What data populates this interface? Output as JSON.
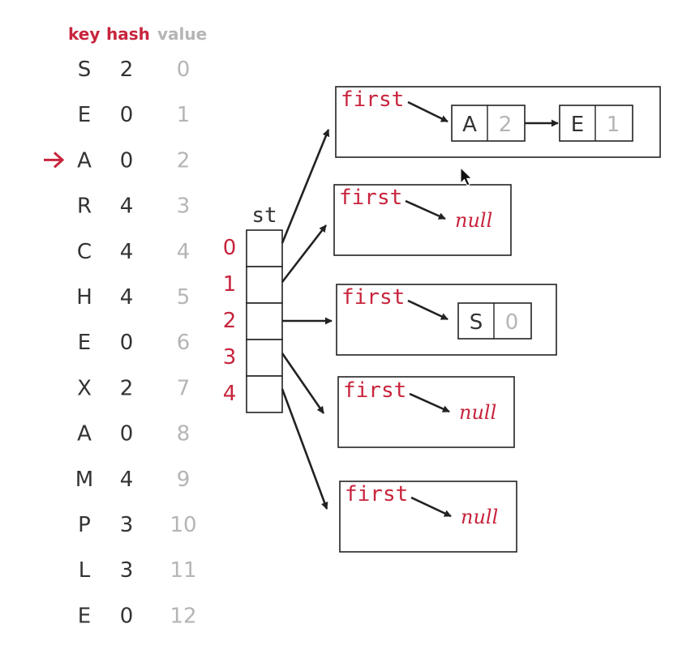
{
  "colors": {
    "accent": "#c8243c",
    "text": "#333333",
    "muted": "#b5b5b5",
    "line": "#222222"
  },
  "table": {
    "headers": {
      "key": "key",
      "hash": "hash",
      "value": "value"
    },
    "current_row": 2,
    "pointer_icon": "red-arrow-icon",
    "rows": [
      {
        "key": "S",
        "hash": "2",
        "value": "0"
      },
      {
        "key": "E",
        "hash": "0",
        "value": "1"
      },
      {
        "key": "A",
        "hash": "0",
        "value": "2"
      },
      {
        "key": "R",
        "hash": "4",
        "value": "3"
      },
      {
        "key": "C",
        "hash": "4",
        "value": "4"
      },
      {
        "key": "H",
        "hash": "4",
        "value": "5"
      },
      {
        "key": "E",
        "hash": "0",
        "value": "6"
      },
      {
        "key": "X",
        "hash": "2",
        "value": "7"
      },
      {
        "key": "A",
        "hash": "0",
        "value": "8"
      },
      {
        "key": "M",
        "hash": "4",
        "value": "9"
      },
      {
        "key": "P",
        "hash": "3",
        "value": "10"
      },
      {
        "key": "L",
        "hash": "3",
        "value": "11"
      },
      {
        "key": "E",
        "hash": "0",
        "value": "12"
      }
    ]
  },
  "array": {
    "label": "st",
    "indices": [
      "0",
      "1",
      "2",
      "3",
      "4"
    ]
  },
  "lists": [
    {
      "first_label": "first",
      "nodes": [
        {
          "key": "A",
          "value": "2"
        },
        {
          "key": "E",
          "value": "1"
        }
      ],
      "null_label": ""
    },
    {
      "first_label": "first",
      "nodes": [],
      "null_label": "null"
    },
    {
      "first_label": "first",
      "nodes": [
        {
          "key": "S",
          "value": "0"
        }
      ],
      "null_label": ""
    },
    {
      "first_label": "first",
      "nodes": [],
      "null_label": "null"
    },
    {
      "first_label": "first",
      "nodes": [],
      "null_label": "null"
    }
  ],
  "cursor_icon": "mouse-pointer-icon"
}
